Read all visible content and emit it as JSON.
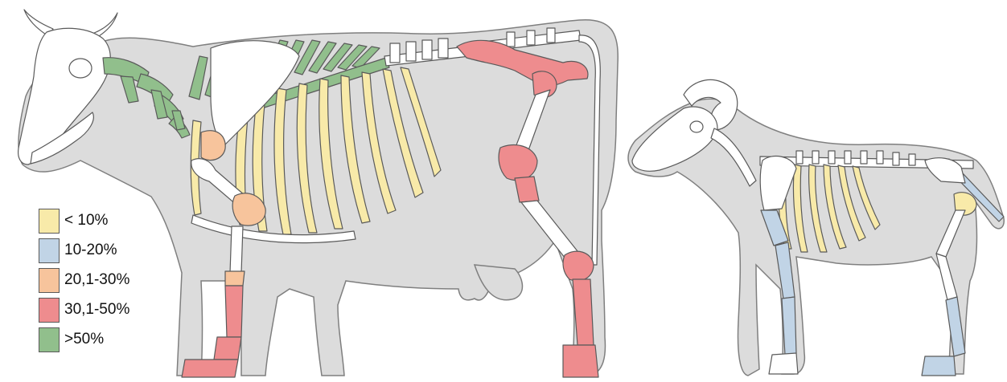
{
  "colors": {
    "background": "#ffffff",
    "body_fill": "#dcdcdc",
    "body_outline": "#7f7f7f",
    "bone_fill": "#ffffff",
    "bone_outline": "#5a5a5a",
    "lt10": "#f8eaa9",
    "b10_20": "#c1d4e6",
    "b20_30": "#f7c49c",
    "b30_50": "#ee8c8e",
    "gt50": "#91bf8c"
  },
  "animals": [
    {
      "name": "cow-figure",
      "icon": "cow-skeleton-icon"
    },
    {
      "name": "sheep-figure",
      "icon": "sheep-skeleton-icon"
    }
  ],
  "legend": {
    "items": [
      {
        "label": "< 10%",
        "color": "#f8eaa9"
      },
      {
        "label": "10-20%",
        "color": "#c1d4e6"
      },
      {
        "label": "20,1-30%",
        "color": "#f7c49c"
      },
      {
        "label": "30,1-50%",
        "color": "#ee8c8e"
      },
      {
        "label": ">50%",
        "color": "#91bf8c"
      }
    ]
  }
}
